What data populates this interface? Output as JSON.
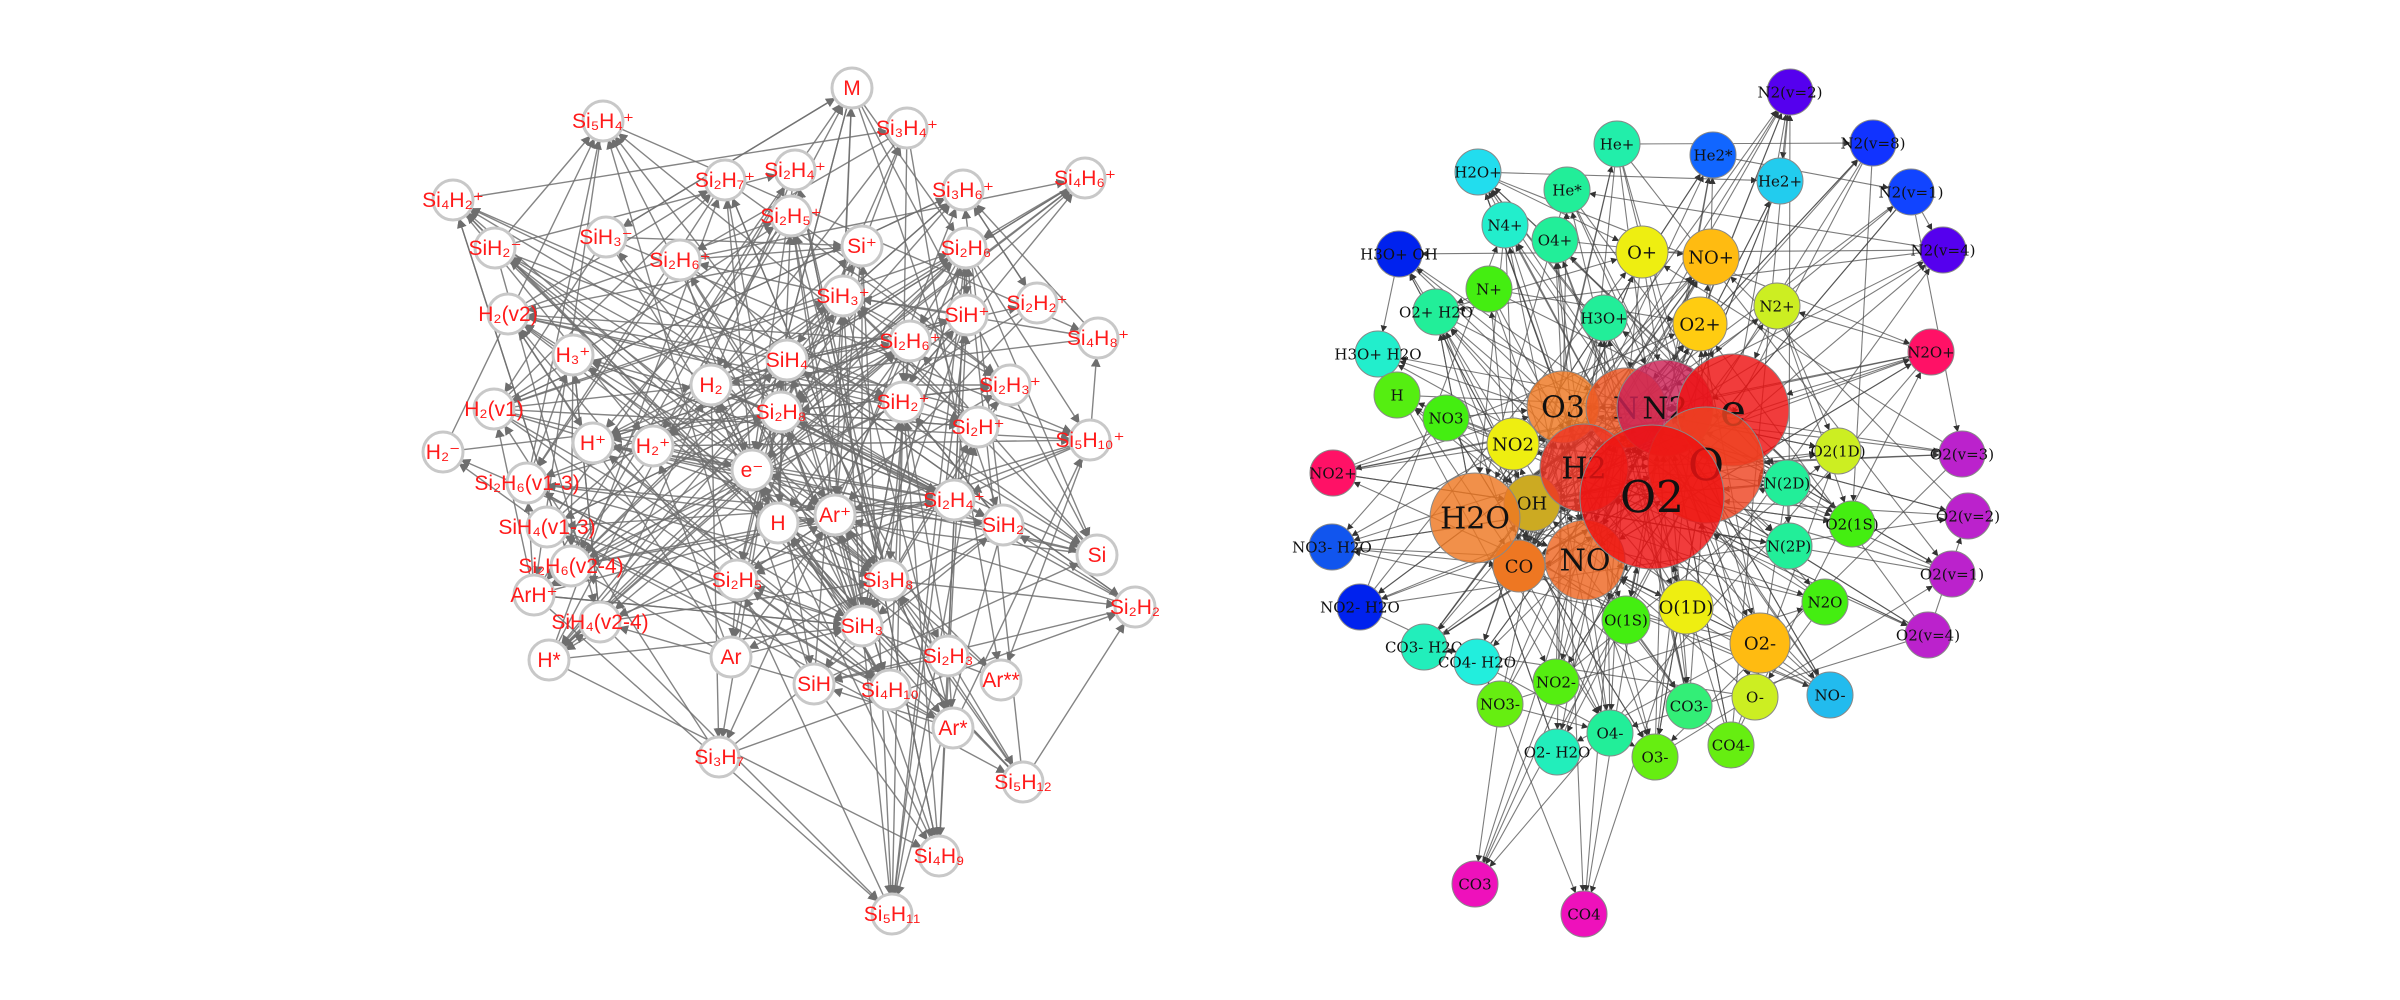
{
  "left_network": {
    "node_text_color": "#ff1a1a",
    "node_stroke_color": "#c8c8c8",
    "edge_color": "#6e6e6e",
    "nodes": [
      {
        "id": "M",
        "label": "M"
      },
      {
        "id": "Si5H4+",
        "label": "Si₅H₄⁺"
      },
      {
        "id": "Si3H4+",
        "label": "Si₃H₄⁺"
      },
      {
        "id": "Si2H7+",
        "label": "Si₂H₇⁺"
      },
      {
        "id": "Si2H4+",
        "label": "Si₂H₄⁺"
      },
      {
        "id": "Si4H6+",
        "label": "Si₄H₆⁺"
      },
      {
        "id": "Si4H2+",
        "label": "Si₄H₂⁺"
      },
      {
        "id": "Si3H6+",
        "label": "Si₃H₆⁺"
      },
      {
        "id": "Si2H5+",
        "label": "Si₂H₅⁺"
      },
      {
        "id": "SiH2-",
        "label": "SiH₂⁻"
      },
      {
        "id": "SiH3-",
        "label": "SiH₃⁻"
      },
      {
        "id": "Si+",
        "label": "Si⁺"
      },
      {
        "id": "Si2H6+",
        "label": "Si₂H₆⁺"
      },
      {
        "id": "Si2H6",
        "label": "Si₂H₆"
      },
      {
        "id": "SiH3+",
        "label": "SiH₃⁺"
      },
      {
        "id": "Si2H2+",
        "label": "Si₂H₂⁺"
      },
      {
        "id": "H2(v2)",
        "label": "H₂(v2)"
      },
      {
        "id": "SiH+",
        "label": "SiH⁺"
      },
      {
        "id": "Si2H6+b",
        "label": "Si₂H₆⁺"
      },
      {
        "id": "Si4H8+",
        "label": "Si₄H₈⁺"
      },
      {
        "id": "H3+",
        "label": "H₃⁺"
      },
      {
        "id": "H2",
        "label": "H₂"
      },
      {
        "id": "SiH4",
        "label": "SiH₄"
      },
      {
        "id": "Si2H3+",
        "label": "Si₂H₃⁺"
      },
      {
        "id": "H2(v1)",
        "label": "H₂(v1)"
      },
      {
        "id": "Si2H8",
        "label": "Si₂H₈"
      },
      {
        "id": "SiH2+",
        "label": "SiH₂⁺"
      },
      {
        "id": "Si2H+",
        "label": "Si₂H⁺"
      },
      {
        "id": "Si5H10+",
        "label": "Si₅H₁₀⁺"
      },
      {
        "id": "H2-",
        "label": "H₂⁻"
      },
      {
        "id": "H+",
        "label": "H⁺"
      },
      {
        "id": "H2+",
        "label": "H₂⁺"
      },
      {
        "id": "e-",
        "label": "e⁻"
      },
      {
        "id": "Si2H6(v1-3)",
        "label": "Si₂H₆(v1-3)"
      },
      {
        "id": "Si2H4",
        "label": "Si₂H₄⁺"
      },
      {
        "id": "H",
        "label": "H"
      },
      {
        "id": "Ar+",
        "label": "Ar⁺"
      },
      {
        "id": "SiH4(v1-3)",
        "label": "SiH₄(v1-3)"
      },
      {
        "id": "SiH2",
        "label": "SiH₂"
      },
      {
        "id": "Si",
        "label": "Si"
      },
      {
        "id": "Si2H6(v2-4)",
        "label": "Si₂H₆(v2-4)"
      },
      {
        "id": "ArH+",
        "label": "ArH⁺"
      },
      {
        "id": "Si2H5",
        "label": "Si₂H₅"
      },
      {
        "id": "Si3H8",
        "label": "Si₃H₈"
      },
      {
        "id": "Si2H2",
        "label": "Si₂H₂"
      },
      {
        "id": "SiH4(v2-4)",
        "label": "SiH₄(v2-4)"
      },
      {
        "id": "SiH3",
        "label": "SiH₃"
      },
      {
        "id": "H*",
        "label": "H*"
      },
      {
        "id": "Ar",
        "label": "Ar"
      },
      {
        "id": "Si2H3",
        "label": "Si₂H₃"
      },
      {
        "id": "Ar**",
        "label": "Ar**"
      },
      {
        "id": "SiH",
        "label": "SiH"
      },
      {
        "id": "Si4H10",
        "label": "Si₄H₁₀"
      },
      {
        "id": "Ar*",
        "label": "Ar*"
      },
      {
        "id": "Si3H7",
        "label": "Si₃H₇"
      },
      {
        "id": "Si5H12",
        "label": "Si₅H₁₂"
      },
      {
        "id": "Si4H9",
        "label": "Si₄H₉"
      },
      {
        "id": "Si5H11",
        "label": "Si₅H₁₁"
      }
    ]
  },
  "right_network": {
    "label_color": "#111111",
    "nodes": [
      {
        "id": "N2(v=2)",
        "label": "N2(v=2)",
        "color": "#5500ee"
      },
      {
        "id": "He+",
        "label": "He+",
        "color": "#22eeaa"
      },
      {
        "id": "He2*",
        "label": "He2*",
        "color": "#1166ff"
      },
      {
        "id": "N2(v=8)",
        "label": "N2(v=8)",
        "color": "#1133ff"
      },
      {
        "id": "H2O+",
        "label": "H2O+",
        "color": "#22ddee"
      },
      {
        "id": "He*",
        "label": "He*",
        "color": "#22ee99"
      },
      {
        "id": "He2+",
        "label": "He2+",
        "color": "#22ccee"
      },
      {
        "id": "N2(v=1)",
        "label": "N2(v=1)",
        "color": "#1144ff"
      },
      {
        "id": "N4+",
        "label": "N4+",
        "color": "#22eecc"
      },
      {
        "id": "O4+",
        "label": "O4+",
        "color": "#22ee99"
      },
      {
        "id": "N2(v=4)",
        "label": "N2(v=4)",
        "color": "#5500ee"
      },
      {
        "id": "H3O+ OH",
        "label": "H3O+ OH",
        "color": "#0022ee"
      },
      {
        "id": "O+",
        "label": "O+",
        "color": "#eeee11"
      },
      {
        "id": "NO+",
        "label": "NO+",
        "color": "#ffbb11"
      },
      {
        "id": "N+",
        "label": "N+",
        "color": "#44ee11"
      },
      {
        "id": "O2+ H2O",
        "label": "O2+ H2O",
        "color": "#22ee99"
      },
      {
        "id": "H3O+",
        "label": "H3O+",
        "color": "#22ee99"
      },
      {
        "id": "N2+",
        "label": "N2+",
        "color": "#ccee22"
      },
      {
        "id": "O2+",
        "label": "O2+",
        "color": "#ffcc11"
      },
      {
        "id": "H3O+ H2O",
        "label": "H3O+ H2O",
        "color": "#22eecc"
      },
      {
        "id": "N2O+",
        "label": "N2O+",
        "color": "#ff1166"
      },
      {
        "id": "H",
        "label": "H",
        "color": "#55ee11"
      },
      {
        "id": "NO3",
        "label": "NO3",
        "color": "#44ee11"
      },
      {
        "id": "O3",
        "label": "O3",
        "color": "#ee7722"
      },
      {
        "id": "N",
        "label": "N",
        "color": "#ee5522"
      },
      {
        "id": "N2",
        "label": "N2",
        "color": "#cc2255"
      },
      {
        "id": "e",
        "label": "e",
        "color": "#ee1111"
      },
      {
        "id": "NO2",
        "label": "NO2",
        "color": "#eeee11"
      },
      {
        "id": "O2(1D)",
        "label": "O2(1D)",
        "color": "#ccee22"
      },
      {
        "id": "O2(v=3)",
        "label": "O2(v=3)",
        "color": "#bb22cc"
      },
      {
        "id": "H2",
        "label": "H2",
        "color": "#ee3322"
      },
      {
        "id": "O",
        "label": "O",
        "color": "#ee4422"
      },
      {
        "id": "NO2+",
        "label": "NO2+",
        "color": "#ff1166"
      },
      {
        "id": "N(2D)",
        "label": "N(2D)",
        "color": "#22ee99"
      },
      {
        "id": "O2",
        "label": "O2",
        "color": "#ee1111"
      },
      {
        "id": "OH",
        "label": "OH",
        "color": "#ccaa22"
      },
      {
        "id": "H2O",
        "label": "H2O",
        "color": "#ee7722"
      },
      {
        "id": "O2(1S)",
        "label": "O2(1S)",
        "color": "#44ee11"
      },
      {
        "id": "O2(v=2)",
        "label": "O2(v=2)",
        "color": "#bb22cc"
      },
      {
        "id": "NO3- H2O",
        "label": "NO3- H2O",
        "color": "#1155ee"
      },
      {
        "id": "N(2P)",
        "label": "N(2P)",
        "color": "#22ee99"
      },
      {
        "id": "CO",
        "label": "CO",
        "color": "#ee7722"
      },
      {
        "id": "NO",
        "label": "NO",
        "color": "#ee6622"
      },
      {
        "id": "O2(v=1)",
        "label": "O2(v=1)",
        "color": "#bb22cc"
      },
      {
        "id": "N2O",
        "label": "N2O",
        "color": "#44ee11"
      },
      {
        "id": "NO2- H2O",
        "label": "NO2- H2O",
        "color": "#0022ee"
      },
      {
        "id": "O(1D)",
        "label": "O(1D)",
        "color": "#eeee11"
      },
      {
        "id": "O(1S)",
        "label": "O(1S)",
        "color": "#44ee11"
      },
      {
        "id": "O2-",
        "label": "O2-",
        "color": "#ffbb11"
      },
      {
        "id": "O2(v=4)",
        "label": "O2(v=4)",
        "color": "#bb22cc"
      },
      {
        "id": "CO3- H2O",
        "label": "CO3- H2O",
        "color": "#22eebb"
      },
      {
        "id": "CO4- H2O",
        "label": "CO4- H2O",
        "color": "#22eedd"
      },
      {
        "id": "NO2-",
        "label": "NO2-",
        "color": "#55ee11"
      },
      {
        "id": "NO-",
        "label": "NO-",
        "color": "#22bbee"
      },
      {
        "id": "NO3-",
        "label": "NO3-",
        "color": "#66ee11"
      },
      {
        "id": "CO3-",
        "label": "CO3-",
        "color": "#33ee77"
      },
      {
        "id": "O-",
        "label": "O-",
        "color": "#ccee22"
      },
      {
        "id": "O4-",
        "label": "O4-",
        "color": "#22ee99"
      },
      {
        "id": "CO4-",
        "label": "CO4-",
        "color": "#66ee11"
      },
      {
        "id": "O2- H2O",
        "label": "O2- H2O",
        "color": "#22eebb"
      },
      {
        "id": "O3-",
        "label": "O3-",
        "color": "#66ee11"
      },
      {
        "id": "CO3",
        "label": "CO3",
        "color": "#ee11bb"
      },
      {
        "id": "CO4",
        "label": "CO4",
        "color": "#ee11bb"
      }
    ]
  }
}
